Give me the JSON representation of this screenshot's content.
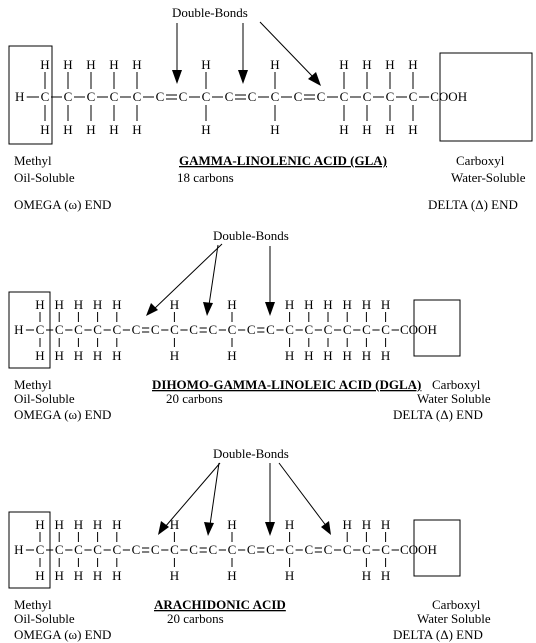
{
  "colors": {
    "ink": "#000000",
    "background": "#ffffff"
  },
  "molecules": [
    {
      "name": "GAMMA-LINOLENIC ACID  (GLA)",
      "carbons": "18 carbons",
      "double_bonds_label": "Double-Bonds",
      "left_title": "Methyl",
      "left_sub": "Oil-Soluble",
      "left_end": "OMEGA (ω) END",
      "right_title": "Carboxyl",
      "right_sub": "Water-Soluble",
      "right_end": "DELTA (Δ) END",
      "acid_group": "COOH",
      "chain_length": 17,
      "double_bond_after_carbon": [
        6,
        9,
        12
      ],
      "carbons_without_bottom_h": []
    },
    {
      "name": "DIHOMO-GAMMA-LINOLEIC ACID (DGLA)",
      "carbons": "20 carbons",
      "double_bonds_label": "Double-Bonds",
      "left_title": "Methyl",
      "left_sub": "Oil-Soluble",
      "left_end": "OMEGA (ω) END",
      "right_title": "Carboxyl",
      "right_sub": "Water Soluble",
      "right_end": "DELTA (Δ) END",
      "acid_group": "COOH",
      "chain_length": 19,
      "double_bond_after_carbon": [
        6,
        9,
        12
      ],
      "carbons_without_bottom_h": []
    },
    {
      "name": "ARACHIDONIC ACID",
      "carbons": "20 carbons",
      "double_bonds_label": "Double-Bonds",
      "left_title": "Methyl",
      "left_sub": "Oil-Soluble",
      "left_end": "OMEGA (ω) END",
      "right_title": "Carboxyl",
      "right_sub": "Water Soluble",
      "right_end": "DELTA (Δ) END",
      "acid_group": "COOH",
      "chain_length": 19,
      "double_bond_after_carbon": [
        6,
        9,
        12,
        15
      ],
      "carbons_without_bottom_h": [
        17
      ]
    }
  ]
}
